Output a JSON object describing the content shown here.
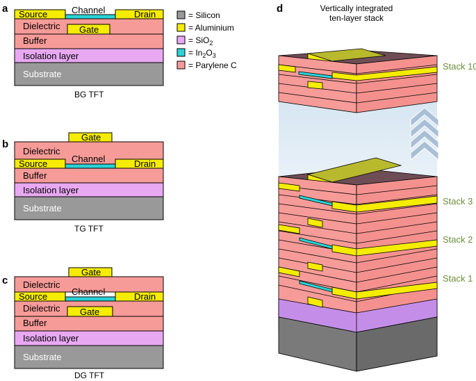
{
  "panels": {
    "a": {
      "letter": "a",
      "caption": "BG TFT",
      "labels": {
        "source": "Source",
        "channel": "Channel",
        "drain": "Drain",
        "dielectric": "Dielectric",
        "gate": "Gate",
        "buffer": "Buffer",
        "isolation": "Isolation layer",
        "substrate": "Substrate"
      }
    },
    "b": {
      "letter": "b",
      "caption": "TG TFT",
      "labels": {
        "gate": "Gate",
        "dielectric": "Dielectric",
        "source": "Source",
        "channel": "Channel",
        "drain": "Drain",
        "buffer": "Buffer",
        "isolation": "Isolation layer",
        "substrate": "Substrate"
      }
    },
    "c": {
      "letter": "c",
      "caption": "DG TFT",
      "labels": {
        "gate_top": "Gate",
        "dielectric_top": "Dielectric",
        "source": "Source",
        "channel": "Channel",
        "drain": "Drain",
        "dielectric_bottom": "Dielectric",
        "gate_bottom": "Gate",
        "buffer": "Buffer",
        "isolation": "Isolation layer",
        "substrate": "Substrate"
      }
    },
    "d": {
      "letter": "d",
      "title_line1": "Vertically integrated",
      "title_line2": "ten-layer stack",
      "stack_labels": [
        "Stack 10",
        "Stack 3",
        "Stack 2",
        "Stack 1"
      ]
    }
  },
  "legend": [
    {
      "name": "silicon",
      "label": "= Silicon",
      "color": "#999999"
    },
    {
      "name": "aluminium",
      "label": "= Aluminium",
      "color": "#f5ec00"
    },
    {
      "name": "sio2",
      "label": "= SiO",
      "sub": "2",
      "color": "#e8a8f2"
    },
    {
      "name": "in2o3",
      "label": "= In",
      "sub": "2",
      "mid": "O",
      "sub2": "3",
      "color": "#2ad4d8"
    },
    {
      "name": "parylene",
      "label": "= Parylene C",
      "color": "#f79b98"
    }
  ],
  "colors": {
    "silicon": "#999999",
    "aluminium": "#f5ec00",
    "sio2": "#e8a8f2",
    "in2o3": "#2ad4d8",
    "parylene": "#f79b98",
    "stack_label": "#6b8e3a"
  }
}
